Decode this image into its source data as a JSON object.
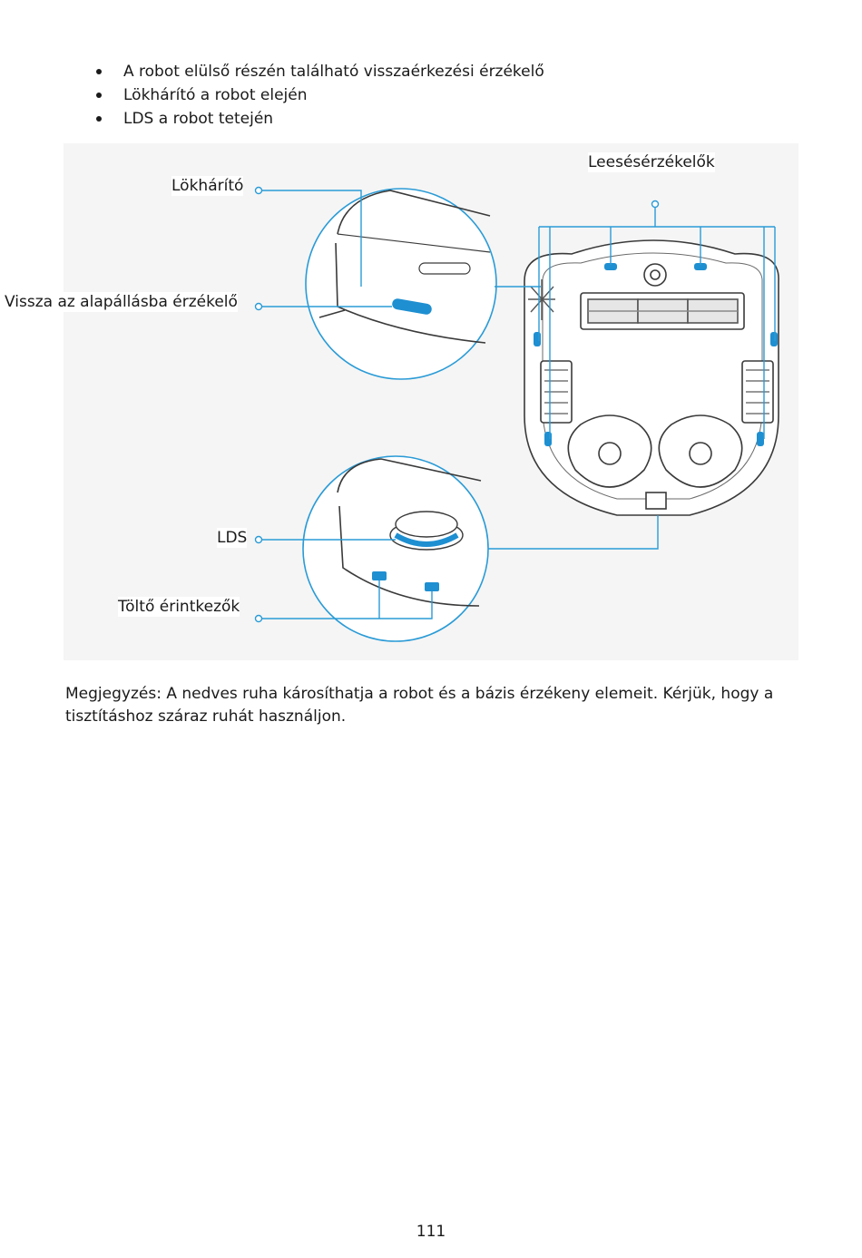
{
  "bullets": [
    "A robot elülső részén található visszaérkezési érzékelő",
    "Lökhárító a robot elején",
    "LDS a robot tetején"
  ],
  "figure": {
    "labels": {
      "bumper": "Lökhárító",
      "cliff_sensors": "Leesésérzékelők",
      "return_sensor": "Vissza az alapállásba érzékelő",
      "lds": "LDS",
      "charging_contacts": "Töltő érintkezők"
    },
    "accent_color": "#2a9bd6",
    "sensor_color": "#1e8fd1",
    "line_color": "#3a3a3a"
  },
  "note": "Megjegyzés: A nedves ruha károsíthatja a robot és a bázis érzékeny elemeit. Kérjük, hogy a tisztításhoz száraz ruhát használjon.",
  "page_number": "111"
}
